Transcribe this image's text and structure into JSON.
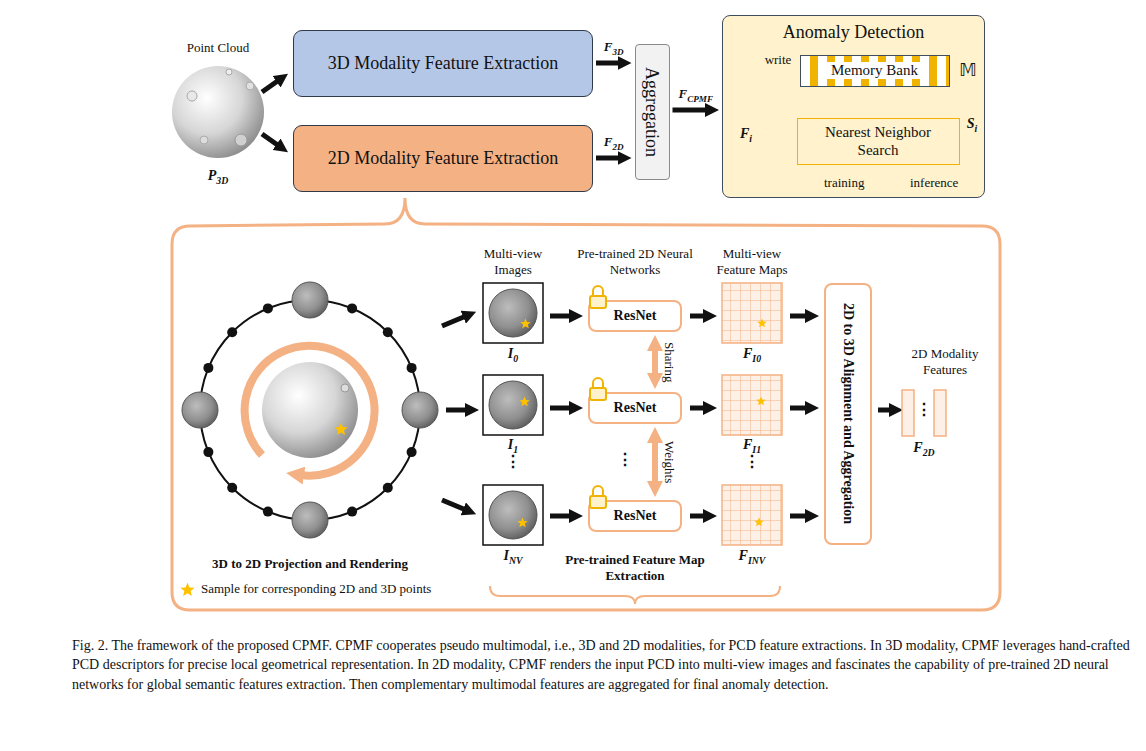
{
  "diagram": {
    "caption": "Fig. 2. The framework of the proposed CPMF. CPMF cooperates pseudo multimodal, i.e., 3D and 2D modalities, for PCD feature extractions. In 3D modality, CPMF leverages hand-crafted PCD descriptors for precise local geometrical representation. In 2D modality, CPMF renders the input PCD into multi-view images and fascinates the capability of pre-trained 2D neural networks for global semantic features extraction. Then complementary multimodal features are aggregated for final anomaly detection.",
    "nodes": [
      {
        "text": [
          "3D Modality Feature Extraction"
        ]
      },
      {
        "text": [
          "2D Modality Feature Extraction"
        ]
      },
      {
        "text": [
          "Aggregation"
        ]
      },
      {
        "text": [
          "Anomaly Detection"
        ]
      },
      {
        "text": [
          "Memory Bank"
        ],
        "in": 3
      },
      {
        "text": [
          "Nearest Neighbor Search"
        ],
        "in": 3
      },
      {
        "text": [
          "ResNet"
        ]
      },
      {
        "text": [
          "ResNet"
        ]
      },
      {
        "text": [
          "ResNet"
        ]
      },
      {
        "text": [
          "2D to 3D Alignment and Aggregation"
        ]
      }
    ],
    "edges": [
      {
        "from": 0,
        "to": 2,
        "arrow": "to",
        "label": "F3D"
      },
      {
        "from": 1,
        "to": 2,
        "arrow": "to",
        "label": "F2D"
      },
      {
        "from": 2,
        "to": 3,
        "arrow": "to",
        "label": "FCPMF"
      },
      {
        "from": 4,
        "to": 5,
        "arrow": "to"
      },
      {
        "from": 6,
        "to": 7,
        "arrow": "both",
        "label": "Sharing"
      },
      {
        "from": 7,
        "to": 8,
        "arrow": "both",
        "label": "Weights"
      }
    ],
    "labels": [
      "Point Cloud",
      "P3D",
      "Multi-view Images",
      "Pre-trained 2D Neural Networks",
      "Multi-view Feature Maps",
      "I0",
      "I1",
      "⋮",
      "INV",
      "⋮",
      "FI0",
      "FI1",
      "⋮",
      "FINV",
      "2D Modality Features",
      "F2D",
      "3D to 2D Projection and Rendering",
      "Pre-trained Feature Map Extraction",
      "write",
      "𝕄",
      "Fi",
      "Si",
      "⋮"
    ],
    "legend": [
      {
        "text": "training"
      },
      {
        "text": "inference"
      },
      {
        "text": "Sample for corresponding 2D and 3D points"
      }
    ]
  }
}
